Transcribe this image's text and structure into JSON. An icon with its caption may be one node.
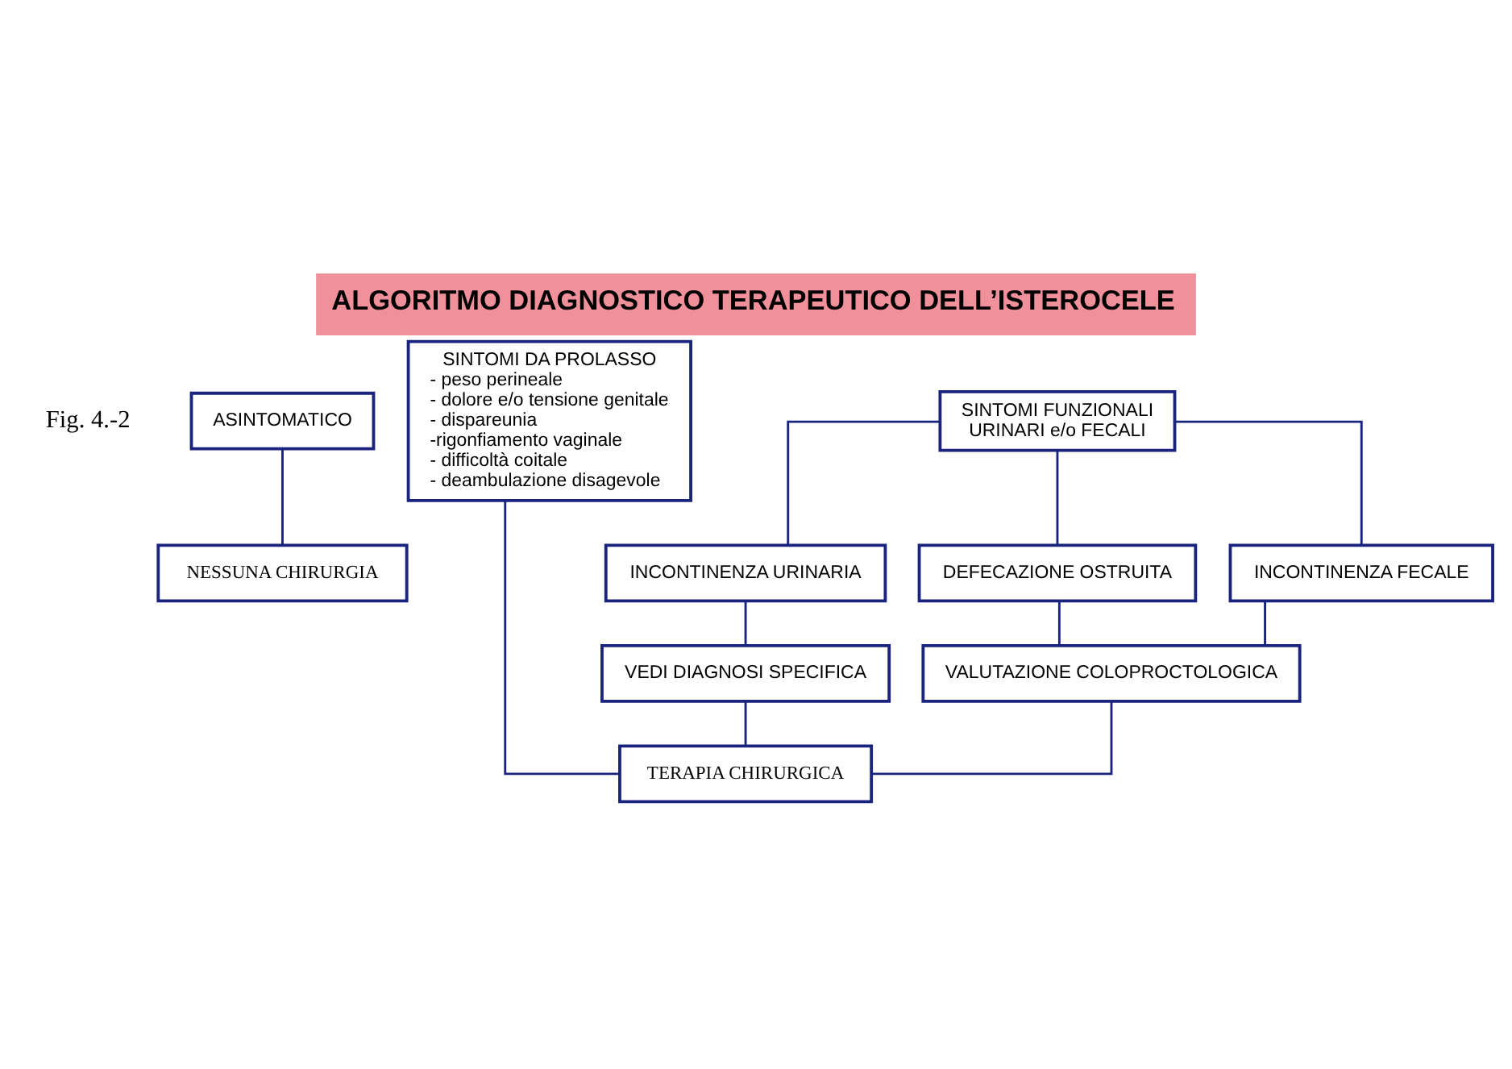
{
  "diagram": {
    "title": "ALGORITMO DIAGNOSTICO TERAPEUTICO DELL’ISTEROCELE",
    "nodes": [
      {
        "text": [
          "ASINTOMATICO"
        ]
      },
      {
        "text": [
          "NESSUNA CHIRURGIA"
        ]
      },
      {
        "text": [
          "SINTOMI DA PROLASSO",
          "- peso perineale",
          "- dolore e/o tensione genitale",
          "- dispareunia",
          "-rigonfiamento vaginale",
          "- difficoltà coitale",
          "- deambulazione disagevole"
        ]
      },
      {
        "text": [
          "SINTOMI FUNZIONALI",
          "URINARI e/o FECALI"
        ]
      },
      {
        "text": [
          "INCONTINENZA URINARIA"
        ]
      },
      {
        "text": [
          "DEFECAZIONE OSTRUITA"
        ]
      },
      {
        "text": [
          "INCONTINENZA FECALE"
        ]
      },
      {
        "text": [
          "VEDI DIAGNOSI SPECIFICA"
        ]
      },
      {
        "text": [
          "VALUTAZIONE COLOPROCTOLOGICA"
        ]
      },
      {
        "text": [
          "TERAPIA CHIRURGICA"
        ]
      }
    ],
    "edges": [
      {
        "from": 0,
        "to": 1,
        "arrow": "none"
      },
      {
        "from": 3,
        "to": 4,
        "arrow": "none"
      },
      {
        "from": 3,
        "to": 5,
        "arrow": "none"
      },
      {
        "from": 3,
        "to": 6,
        "arrow": "none"
      },
      {
        "from": 4,
        "to": 7,
        "arrow": "none"
      },
      {
        "from": 5,
        "to": 8,
        "arrow": "none"
      },
      {
        "from": 6,
        "to": 8,
        "arrow": "none"
      },
      {
        "from": 7,
        "to": 9,
        "arrow": "none"
      },
      {
        "from": 8,
        "to": 9,
        "arrow": "none"
      },
      {
        "from": 2,
        "to": 9,
        "arrow": "none"
      }
    ],
    "labels": [
      "Fig. 4.-2"
    ]
  }
}
